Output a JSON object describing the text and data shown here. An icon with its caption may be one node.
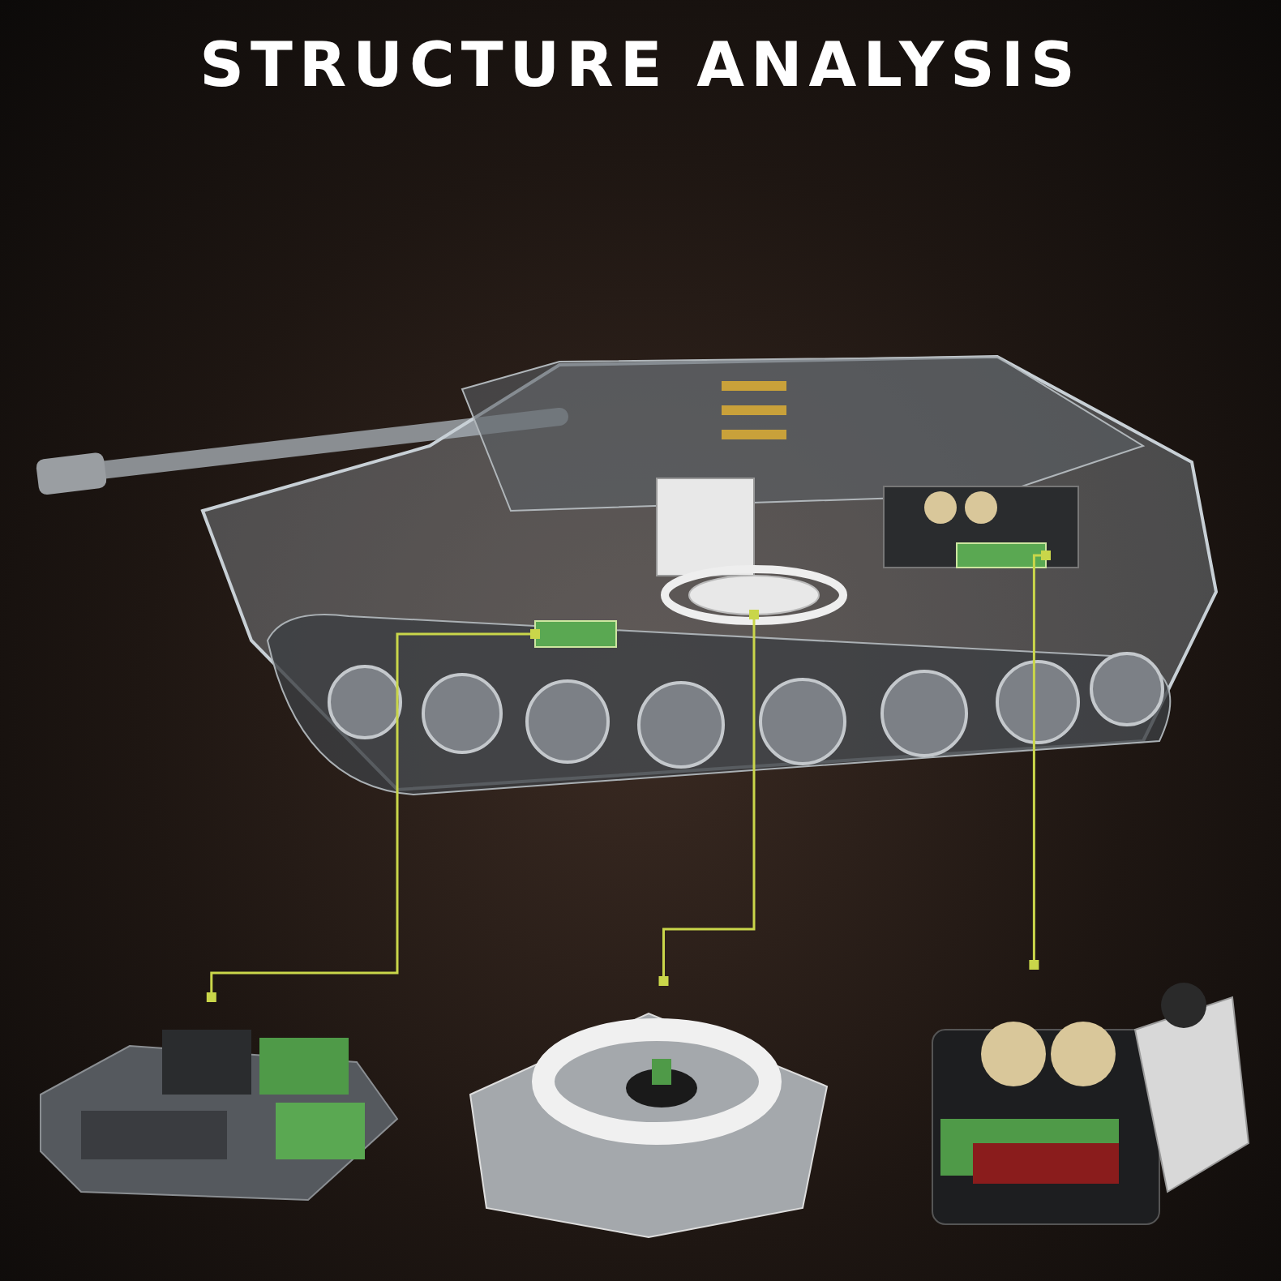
{
  "diagram": {
    "title": "STRUCTURE ANALYSIS",
    "nodes": [
      {
        "text": [],
        "shape": "picture"
      },
      {
        "text": [],
        "shape": "box",
        "in": 0
      },
      {
        "text": [],
        "shape": "circle",
        "in": 0
      },
      {
        "text": [],
        "shape": "box",
        "in": 0
      },
      {
        "text": [],
        "shape": "picture"
      },
      {
        "text": [],
        "shape": "picture"
      },
      {
        "text": [],
        "shape": "picture"
      }
    ],
    "edges": [
      {
        "from": 1,
        "to": 4,
        "arrow": "other"
      },
      {
        "from": 2,
        "to": 5,
        "arrow": "other"
      },
      {
        "from": 3,
        "to": 6,
        "arrow": "other"
      }
    ]
  }
}
